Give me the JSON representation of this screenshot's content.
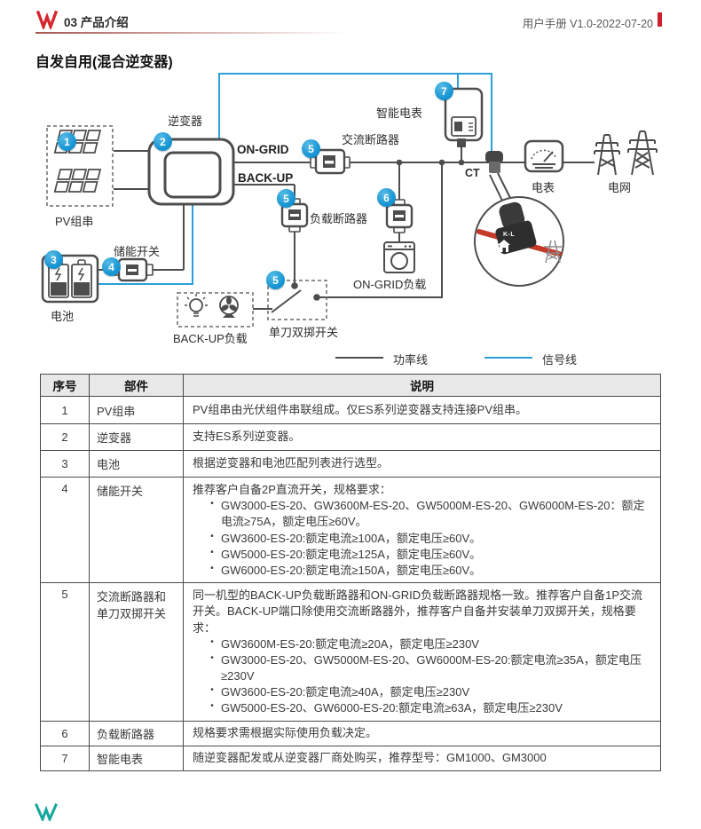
{
  "header": {
    "chapter": "03 产品介绍",
    "manual": "用户手册 V1.0-2022-07-20"
  },
  "title": "自发自用(混合逆变器)",
  "diagram": {
    "labels": {
      "inverter": "逆变器",
      "pv": "PV组串",
      "battery": "电池",
      "storage_switch": "储能开关",
      "on_grid": "ON-GRID",
      "back_up": "BACK-UP",
      "ac_breaker": "交流断路器",
      "smart_meter": "智能电表",
      "load_breaker": "负载断路器",
      "meter": "电表",
      "grid": "电网",
      "ct": "CT",
      "ct_tag": "K-L",
      "on_grid_load": "ON-GRID负载",
      "backup_load": "BACK-UP负载",
      "spdt_switch": "单刀双掷开关"
    },
    "badges": [
      "1",
      "2",
      "3",
      "4",
      "5",
      "5",
      "5",
      "6",
      "7"
    ],
    "legend": {
      "power": "功率线",
      "signal": "信号线"
    },
    "colors": {
      "power_line": "#4d4d4d",
      "signal_line": "#2b9fd9",
      "badge_blue": "#1796d4",
      "accent_red": "#cf1f2c",
      "footer_teal": "#13a69c"
    }
  },
  "table": {
    "bullet": "•",
    "headers": [
      "序号",
      "部件",
      "说明"
    ],
    "rows": [
      {
        "no": "1",
        "part": "PV组串",
        "intro": [
          "PV组串由光伏组件串联组成。仅ES系列逆变器支持连接PV组串。"
        ],
        "bullets": []
      },
      {
        "no": "2",
        "part": "逆变器",
        "intro": [
          "支持ES系列逆变器。"
        ],
        "bullets": []
      },
      {
        "no": "3",
        "part": "电池",
        "intro": [
          "根据逆变器和电池匹配列表进行选型。"
        ],
        "bullets": []
      },
      {
        "no": "4",
        "part": "储能开关",
        "intro": [
          "推荐客户自备2P直流开关，规格要求："
        ],
        "bullets": [
          "GW3000-ES-20、GW3600M-ES-20、GW5000M-ES-20、GW6000M-ES-20：额定电流≥75A，额定电压≥60V。",
          "GW3600-ES-20:额定电流≥100A，额定电压≥60V。",
          "GW5000-ES-20:额定电流≥125A，额定电压≥60V。",
          "GW6000-ES-20:额定电流≥150A，额定电压≥60V。"
        ]
      },
      {
        "no": "5",
        "part": "交流断路器和单刀双掷开关",
        "intro": [
          "同一机型的BACK-UP负载断路器和ON-GRID负载断路器规格一致。推荐客户自备1P交流开关。BACK-UP端口除使用交流断路器外，推荐客户自备并安装单刀双掷开关，规格要求："
        ],
        "bullets": [
          "GW3600M-ES-20:额定电流≥20A，额定电压≥230V",
          "GW3000-ES-20、GW5000M-ES-20、GW6000M-ES-20:额定电流≥35A，额定电压≥230V",
          "GW3600-ES-20:额定电流≥40A，额定电压≥230V",
          "GW5000-ES-20、GW6000-ES-20:额定电流≥63A，额定电压≥230V"
        ]
      },
      {
        "no": "6",
        "part": "负载断路器",
        "intro": [
          "规格要求需根据实际使用负载决定。"
        ],
        "bullets": []
      },
      {
        "no": "7",
        "part": "智能电表",
        "intro": [
          "随逆变器配发或从逆变器厂商处购买，推荐型号：GM1000、GM3000"
        ],
        "bullets": []
      }
    ]
  }
}
